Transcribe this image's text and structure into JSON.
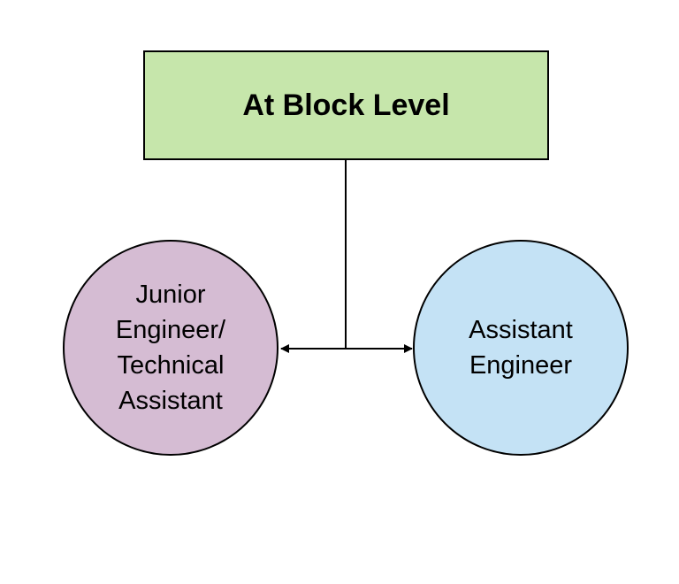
{
  "diagram": {
    "top_box": {
      "label": "At Block Level",
      "fill": "#c6e6ab"
    },
    "left_node": {
      "lines": [
        "Junior",
        "Engineer/",
        "Technical",
        "Assistant"
      ],
      "fill": "#d5bcd3"
    },
    "right_node": {
      "lines": [
        "Assistant",
        "Engineer"
      ],
      "fill": "#c4e2f5"
    },
    "stroke": "#000000",
    "connector": "bidirectional-arrow"
  }
}
